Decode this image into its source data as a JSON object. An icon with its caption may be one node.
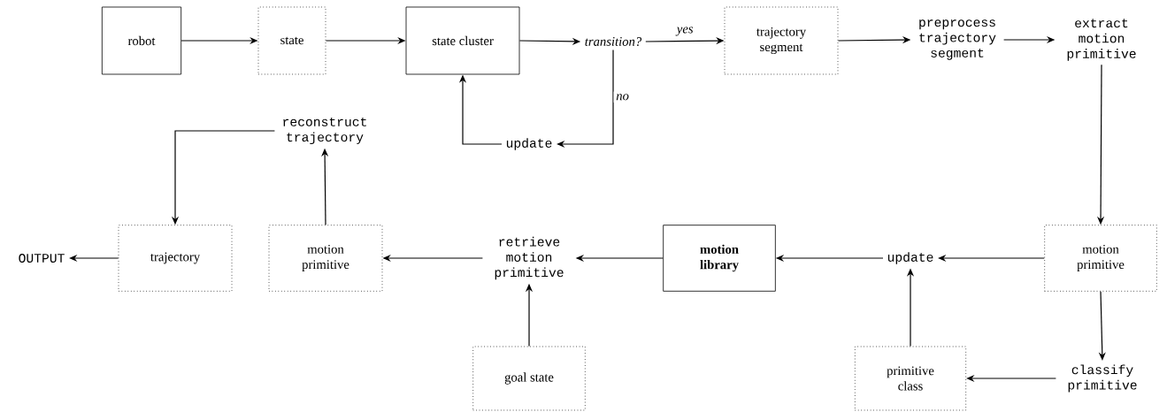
{
  "diagram": {
    "nodes": [
      {
        "text": [
          "robot"
        ]
      },
      {
        "text": [
          "state"
        ]
      },
      {
        "text": [
          "state cluster"
        ]
      },
      {
        "text": [
          "transition?"
        ]
      },
      {
        "text": [
          "trajectory segment"
        ]
      },
      {
        "text": [
          "preprocess trajectory segment"
        ]
      },
      {
        "text": [
          "extract motion primitive"
        ]
      },
      {
        "text": [
          "update"
        ]
      },
      {
        "text": [
          "motion primitive"
        ]
      },
      {
        "text": [
          "update"
        ]
      },
      {
        "text": [
          "classify primitive"
        ]
      },
      {
        "text": [
          "primitive class"
        ]
      },
      {
        "text": [
          "motion library"
        ]
      },
      {
        "text": [
          "retrieve motion primitive"
        ]
      },
      {
        "text": [
          "goal state"
        ]
      },
      {
        "text": [
          "motion primitive"
        ]
      },
      {
        "text": [
          "reconstruct trajectory"
        ]
      },
      {
        "text": [
          "trajectory"
        ]
      },
      {
        "text": [
          "OUTPUT"
        ]
      }
    ],
    "edges": [
      {
        "from": 0,
        "to": 1,
        "arrow": "to"
      },
      {
        "from": 1,
        "to": 2,
        "arrow": "to"
      },
      {
        "from": 2,
        "to": 3,
        "arrow": "to"
      },
      {
        "from": 3,
        "to": 4,
        "arrow": "to",
        "label": "yes"
      },
      {
        "from": 4,
        "to": 5,
        "arrow": "to"
      },
      {
        "from": 5,
        "to": 6,
        "arrow": "to"
      },
      {
        "from": 6,
        "to": 8,
        "arrow": "to"
      },
      {
        "from": 3,
        "to": 7,
        "arrow": "to",
        "label": "no"
      },
      {
        "from": 7,
        "to": 2,
        "arrow": "to"
      },
      {
        "from": 8,
        "to": 9,
        "arrow": "to"
      },
      {
        "from": 8,
        "to": 10,
        "arrow": "to"
      },
      {
        "from": 10,
        "to": 11,
        "arrow": "to"
      },
      {
        "from": 11,
        "to": 9,
        "arrow": "to"
      },
      {
        "from": 9,
        "to": 12,
        "arrow": "to"
      },
      {
        "from": 12,
        "to": 13,
        "arrow": "to"
      },
      {
        "from": 14,
        "to": 13,
        "arrow": "to"
      },
      {
        "from": 13,
        "to": 15,
        "arrow": "to"
      },
      {
        "from": 15,
        "to": 16,
        "arrow": "to"
      },
      {
        "from": 16,
        "to": 17,
        "arrow": "to"
      },
      {
        "from": 17,
        "to": 18,
        "arrow": "to"
      }
    ]
  }
}
